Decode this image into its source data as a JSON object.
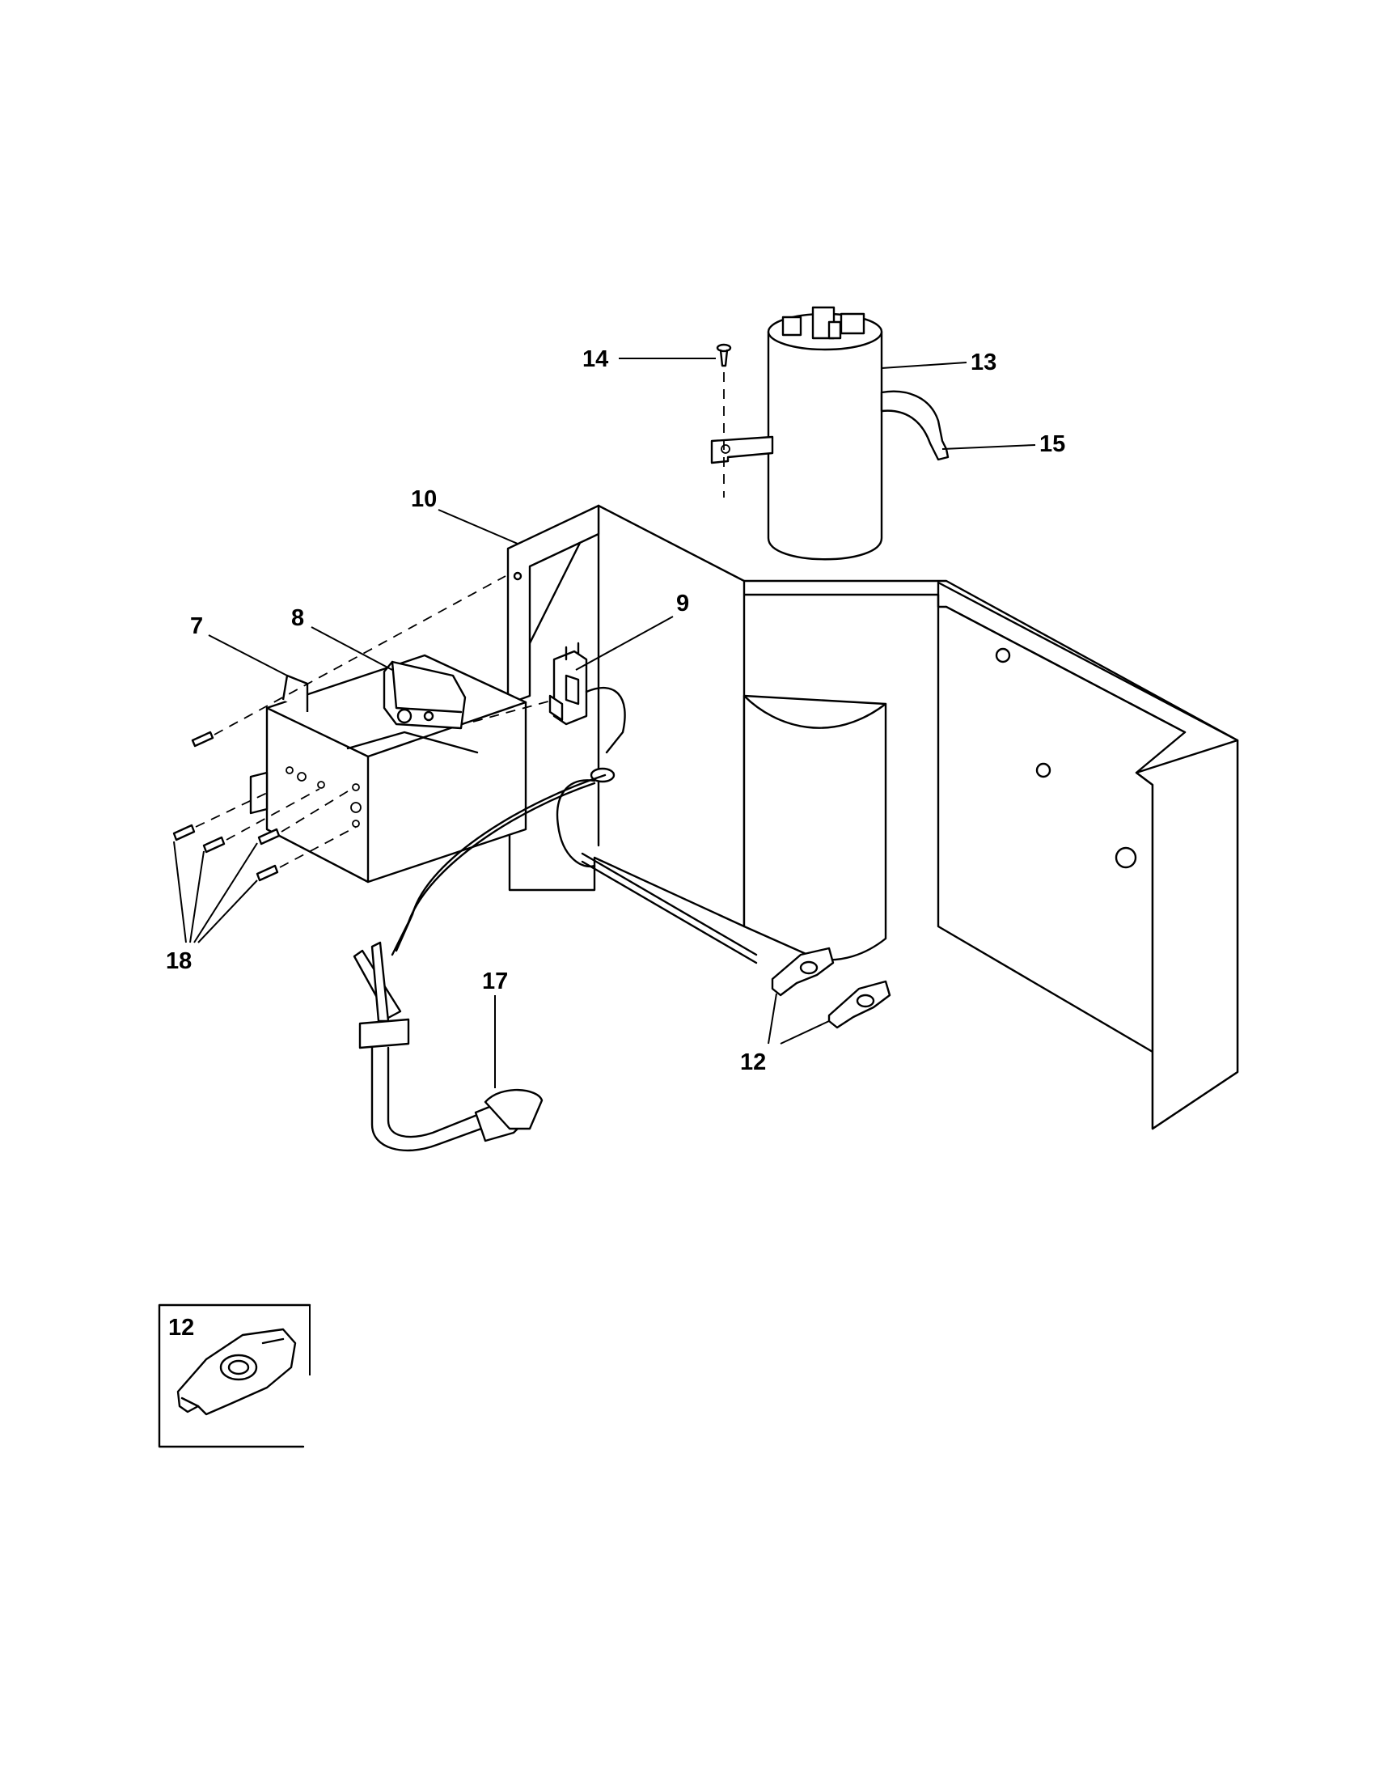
{
  "callouts": {
    "c7": "7",
    "c8": "8",
    "c9": "9",
    "c10": "10",
    "c12": "12",
    "c13": "13",
    "c14": "14",
    "c15": "15",
    "c17": "17",
    "c18": "18"
  },
  "inset": {
    "label": "12"
  }
}
